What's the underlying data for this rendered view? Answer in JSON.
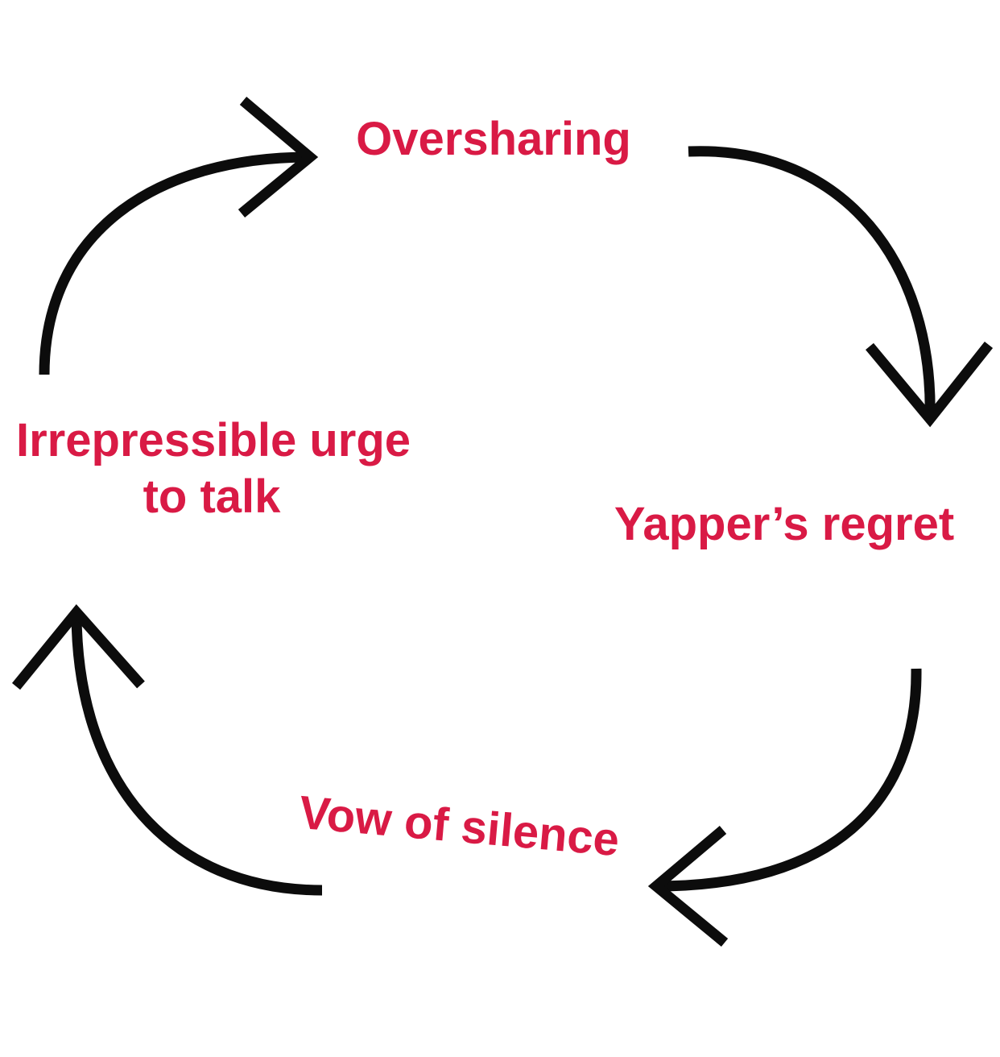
{
  "diagram": {
    "type": "cycle",
    "text_color": "#d91a45",
    "arrow_color": "#0c0c0c",
    "stages": [
      {
        "label": "Oversharing"
      },
      {
        "label": "Yapper’s regret"
      },
      {
        "label": "Vow of silence"
      },
      {
        "label_line1": "Irrepressible urge",
        "label_line2": "to talk"
      }
    ]
  }
}
